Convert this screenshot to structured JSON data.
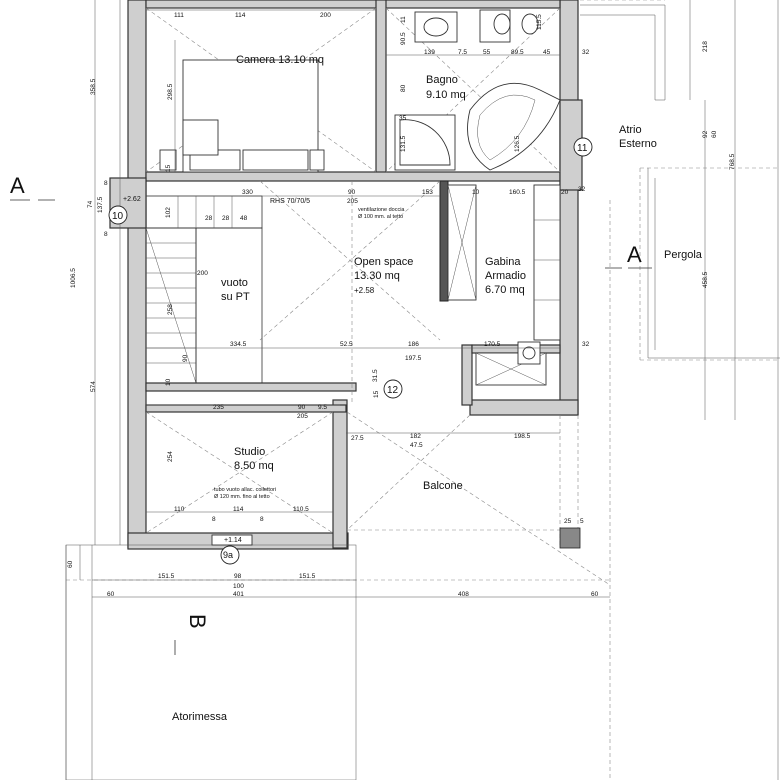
{
  "rooms": {
    "camera": "Camera 13.10 mq",
    "bagno_name": "Bagno",
    "bagno_area": "9.10 mq",
    "open_name": "Open space",
    "open_area": "13.30 mq",
    "open_level": "+2.58",
    "gabina_name": "Gabina",
    "armadio": "Armadio",
    "gabina_area": "6.70 mq",
    "vuoto": "vuoto",
    "supt": "su PT",
    "studio_name": "Studio",
    "studio_area": "8.50 mq",
    "balcone": "Balcone",
    "atrio": "Atrio",
    "esterno": "Esterno",
    "pergola": "Pergola",
    "atorimessa": "Atorimessa"
  },
  "section_marks": {
    "a_left": "A",
    "a_right": "A",
    "b": "B"
  },
  "notes": {
    "rhs": "RHS 70/70/5",
    "vent1": "ventilazione doccia",
    "vent2": "Ø 100 mm. al tetto",
    "tubo1": "tubo vuoto allac. collettori",
    "tubo2": "Ø 120 mm. fino al tetto",
    "level_left": "+2.62",
    "level_bottom": "+1.14"
  },
  "circles": {
    "c10": "10",
    "c11": "11",
    "c12": "12",
    "c9a": "9a"
  },
  "dims": {
    "top1": "111",
    "top2": "114",
    "top3": "200",
    "bag1": "139",
    "bag2": "7.5",
    "bag3": "55",
    "bag4": "89.5",
    "bag5": "45",
    "bag6": "32",
    "left1": "358.5",
    "left2": "298.5",
    "left_total": "1006.5",
    "left3": "574",
    "left4": "254",
    "stair1": "330",
    "stair2": "90",
    "stair3": "205",
    "stair4": "153",
    "stair5": "10",
    "stair6": "160.5",
    "stair7": "20",
    "stair8": "32",
    "st1": "102",
    "st2": "28",
    "st3": "28",
    "st4": "48",
    "st5": "200",
    "st6": "258",
    "st7": "90",
    "mid1": "334.5",
    "mid2": "52.5",
    "mid3": "186",
    "mid4": "170.5",
    "mid5": "197.5",
    "mid6": "32",
    "low1": "235",
    "low2": "90",
    "low3": "9.5",
    "low4": "205",
    "bal1": "27.5",
    "bal2": "182",
    "bal3": "47.5",
    "bal4": "198.5",
    "stu1": "110",
    "stu2": "114",
    "stu3": "110.5",
    "stu4": "8",
    "stu5": "8",
    "bot1": "151.5",
    "bot2": "98",
    "bot3": "151.5",
    "bot4": "100",
    "bot5": "401",
    "bot6": "408",
    "bot7": "60",
    "bot8": "60",
    "bot9": "60",
    "right1": "218",
    "right2": "92",
    "right3": "60",
    "right4": "768.5",
    "right5": "458.5",
    "bagr1": "115.5",
    "bagr2": "126.5",
    "bagr3": "131.5",
    "bagr4": "35",
    "bagr5": "80",
    "bagr6": "90.5",
    "bagr7": "11",
    "misc1": "137.5",
    "misc2": "74",
    "misc3": "8",
    "misc4": "31.5",
    "misc5": "25",
    "misc6": "5",
    "misc7": "15",
    "misc8": "8",
    "misc9": "10",
    "misc10": "15"
  }
}
